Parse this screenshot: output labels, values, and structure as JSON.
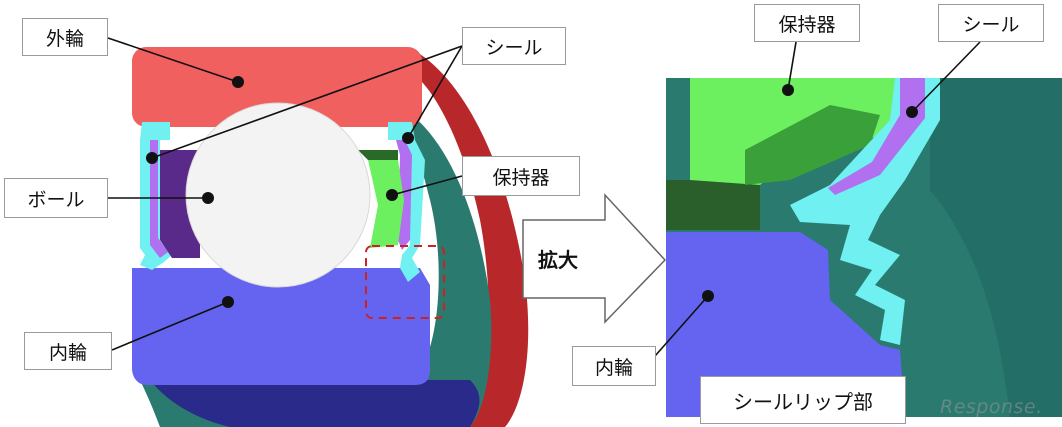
{
  "labels": {
    "outer_ring": "外輪",
    "seal_left": "シール",
    "ball": "ボール",
    "cage_left": "保持器",
    "inner_ring_left": "内輪",
    "cage_right": "保持器",
    "seal_right": "シール",
    "enlarge": "拡大",
    "inner_ring_right": "内輪",
    "seal_lip": "シールリップ部"
  },
  "watermark": "Response.",
  "colors": {
    "outer_ring": "#f0605e",
    "outer_ring_side": "#b8282a",
    "inner_ring": "#6464f0",
    "inner_ring_side": "#2a2a8a",
    "ball": "#f3f3f3",
    "cage": "#6cf060",
    "cage_dark": "#2a6a28",
    "seal_metal": "#b070f0",
    "seal_rubber": "#70f0f0",
    "housing": "#2a7a70",
    "detail_box": "#cc2222"
  }
}
